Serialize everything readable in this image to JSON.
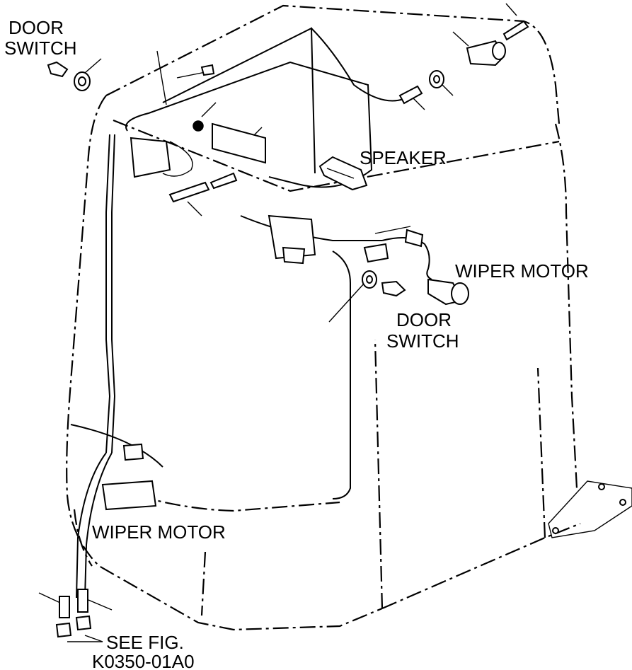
{
  "labels": {
    "door_switch_tl_line1": "DOOR",
    "door_switch_tl_line2": "SWITCH",
    "speaker": "SPEAKER",
    "wiper_motor_right": "WIPER MOTOR",
    "door_switch_mid_line1": "DOOR",
    "door_switch_mid_line2": "SWITCH",
    "wiper_motor_bottom": "WIPER MOTOR",
    "see_fig_line1": "SEE FIG.",
    "see_fig_line2": "K0350-01A0"
  }
}
